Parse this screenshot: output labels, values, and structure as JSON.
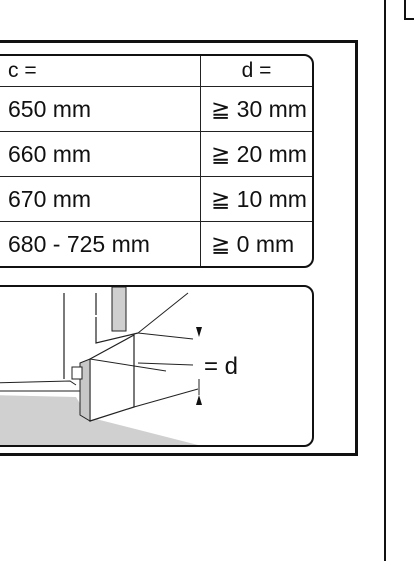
{
  "table": {
    "header": {
      "c": "c =",
      "d": "d ="
    },
    "rows": [
      {
        "c": "650 mm",
        "d": "≧ 30 mm"
      },
      {
        "c": "660 mm",
        "d": "≧ 20 mm"
      },
      {
        "c": "670 mm",
        "d": "≧ 10 mm"
      },
      {
        "c": "680 - 725 mm",
        "d": "≧   0 mm"
      }
    ]
  },
  "diagram": {
    "dimension_label": "= d"
  }
}
